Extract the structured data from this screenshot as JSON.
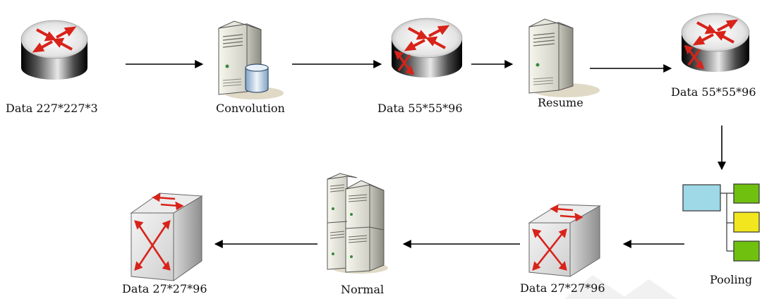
{
  "nodes": [
    {
      "id": "data-input",
      "icon": "router-icon",
      "label": "Data 227*227*3"
    },
    {
      "id": "convolution",
      "icon": "database-server-icon",
      "label": "Convolution"
    },
    {
      "id": "data-conv-out",
      "icon": "router-icon",
      "label": "Data 55*55*96"
    },
    {
      "id": "resume",
      "icon": "server-icon",
      "label": "Resume"
    },
    {
      "id": "data-resume-out",
      "icon": "router-icon",
      "label": "Data 55*55*96"
    },
    {
      "id": "pooling",
      "icon": "hierarchy-icon",
      "label": "Pooling"
    },
    {
      "id": "data-pool-out",
      "icon": "switch-cube-icon",
      "label": "Data 27*27*96"
    },
    {
      "id": "normal",
      "icon": "server-cluster-icon",
      "label": "Normal"
    },
    {
      "id": "data-output",
      "icon": "switch-cube-icon",
      "label": "Data 27*27*96"
    }
  ],
  "edges": [
    {
      "from": "data-input",
      "to": "convolution"
    },
    {
      "from": "convolution",
      "to": "data-conv-out"
    },
    {
      "from": "data-conv-out",
      "to": "resume"
    },
    {
      "from": "resume",
      "to": "data-resume-out"
    },
    {
      "from": "data-resume-out",
      "to": "pooling"
    },
    {
      "from": "pooling",
      "to": "data-pool-out"
    },
    {
      "from": "data-pool-out",
      "to": "normal"
    },
    {
      "from": "normal",
      "to": "data-output"
    }
  ],
  "colors": {
    "router_red": "#d8231a",
    "pool_blue": "#9fd8e6",
    "pool_green": "#70c010",
    "pool_yellow": "#f2e61e"
  }
}
